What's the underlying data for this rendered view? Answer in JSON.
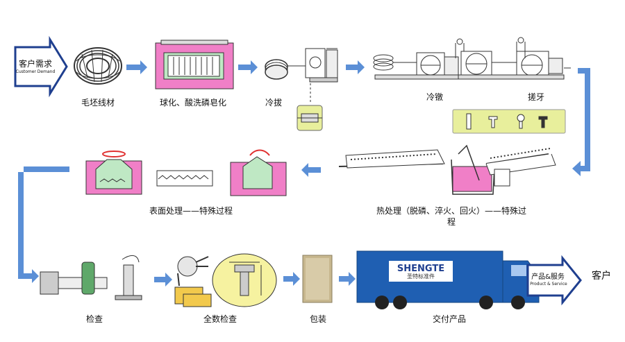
{
  "colors": {
    "arrow": "#5b8fd6",
    "panel": "#e8ef9c",
    "pink": "#f07fc7",
    "mint": "#bfe8c4",
    "truck": "#1f5fb2"
  },
  "demand": {
    "title": "客户需求",
    "subtitle": "Customer Demand"
  },
  "steps": {
    "wire": "毛坯线材",
    "pickling": "球化、酸洗磷皂化",
    "drawing": "冷拔",
    "heading": "冷镦",
    "threading": "搓牙",
    "heat_line1": "热处理（脱磷、淬火、回火）——特殊过",
    "heat_line2": "程",
    "surface": "表面处理——特殊过程",
    "inspect": "检查",
    "full_inspect": "全数检查",
    "pack": "包装",
    "deliver": "交付产品",
    "customer": "客户"
  },
  "product_arrow": {
    "title": "产品&服务",
    "subtitle": "Product & Service"
  },
  "truck": {
    "brand": "SHENGTE",
    "sub": "圣特标准件"
  },
  "icons": [
    "coil-icon",
    "pickling-machine-icon",
    "drawing-machine-icon",
    "heading-machine-icon",
    "threading-machine-icon",
    "bolt-blanks-icon",
    "furnace-line-icon",
    "surface-treatment-icon",
    "bolt-gauge-icon",
    "sorting-machine-icon",
    "bolt-dimension-icon",
    "package-icon",
    "truck-icon"
  ]
}
